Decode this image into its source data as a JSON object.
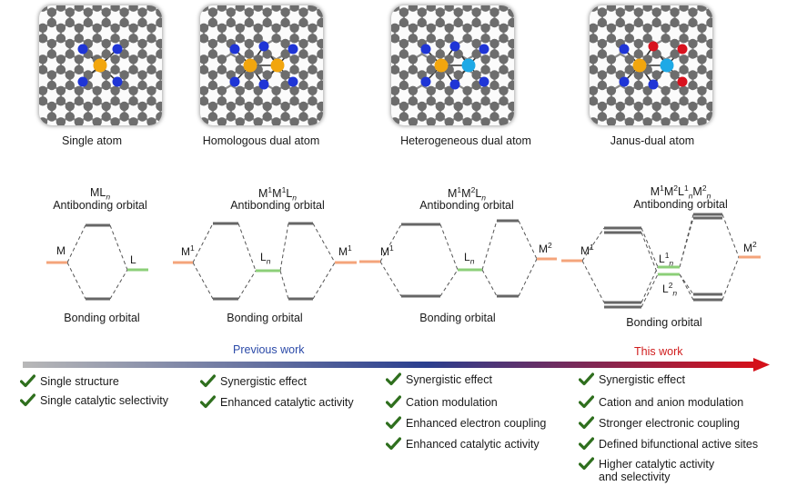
{
  "panels": [
    {
      "name": "Single atom",
      "formula": [
        "ML",
        "n"
      ],
      "antibonding": "Antibonding orbital",
      "bonding": "Bonding orbital",
      "levels": {
        "left": "M",
        "right": "L"
      }
    },
    {
      "name": "Homologous dual atom",
      "formula": [
        "M",
        "1",
        "M",
        "1",
        "L",
        "n"
      ],
      "antibonding": "Antibonding orbital",
      "bonding": "Bonding orbital",
      "levels": {
        "left": [
          "M",
          "1"
        ],
        "center": [
          "L",
          "n"
        ],
        "right": [
          "M",
          "1"
        ]
      }
    },
    {
      "name": "Heterogeneous dual atom",
      "formula": [
        "M",
        "1",
        "M",
        "2",
        "L",
        "n"
      ],
      "antibonding": "Antibonding orbital",
      "bonding": "Bonding orbital",
      "levels": {
        "left": [
          "M",
          "1"
        ],
        "center": [
          "L",
          "n"
        ],
        "right": [
          "M",
          "2"
        ]
      }
    },
    {
      "name": "Janus-dual atom",
      "formula": [
        "M",
        "1",
        "M",
        "2",
        "L",
        "1",
        "n",
        "M",
        "2",
        "n"
      ],
      "antibonding": "Antibonding orbital",
      "bonding": "Bonding orbital",
      "levels": {
        "left": [
          "M",
          "1"
        ],
        "center_top": [
          "L",
          "1",
          "n"
        ],
        "center_bottom": [
          "L",
          "2",
          "n"
        ],
        "right": [
          "M",
          "2"
        ]
      }
    }
  ],
  "previous_work": "Previous work",
  "this_work": "This work",
  "features": [
    [
      "Single structure",
      "Single catalytic selectivity"
    ],
    [
      "Synergistic effect",
      "Enhanced catalytic activity"
    ],
    [
      "Synergistic effect",
      "Cation modulation",
      "Enhanced electron coupling",
      "Enhanced catalytic activity"
    ],
    [
      "Synergistic effect",
      "Cation and anion modulation",
      "Stronger electronic coupling",
      "Defined bifunctional active sites",
      "Higher catalytic activity",
      "and selectivity"
    ]
  ],
  "colors": {
    "metal1": "#f2a60e",
    "metal2": "#1ea9e6",
    "nitrogen": "#1f35d6",
    "oxygen": "#d8121e",
    "carbon": "#6d6d6d",
    "metal_level": "#f4a47b",
    "ligand_level": "#8ccf78",
    "check": "#2f6f1e",
    "arrow_left": "#b8b8b8",
    "arrow_mid": "#2b3f8f",
    "arrow_right": "#d4101a",
    "previous_work_text": "#2b4aa8",
    "this_work_text": "#d01c1c"
  },
  "icons": [
    "checkmark-icon",
    "gradient-arrow-icon"
  ]
}
